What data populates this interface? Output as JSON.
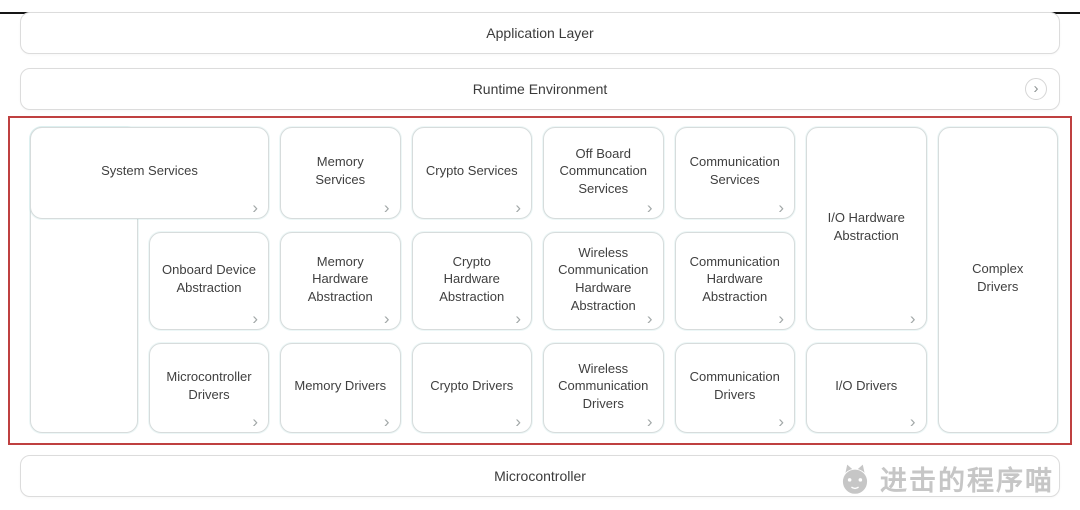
{
  "layers": {
    "application": "Application Layer",
    "runtime": "Runtime Environment",
    "microcontroller": "Microcontroller"
  },
  "bsw": {
    "system_services": {
      "label": "System Services"
    },
    "io_hardware_abstraction": {
      "label": "I/O Hardware Abstraction"
    },
    "complex_drivers": {
      "label": "Complex Drivers"
    },
    "row1": [
      {
        "label": "Memory Services"
      },
      {
        "label": "Crypto Services"
      },
      {
        "label": "Off Board Communcation Services"
      },
      {
        "label": "Communication Services"
      }
    ],
    "row2": [
      {
        "label": "Onboard Device Abstraction"
      },
      {
        "label": "Memory Hardware Abstraction"
      },
      {
        "label": "Crypto Hardware Abstraction"
      },
      {
        "label": "Wireless Communication Hardware Abstraction"
      },
      {
        "label": "Communication Hardware Abstraction"
      }
    ],
    "row3": [
      {
        "label": "Microcontroller Drivers"
      },
      {
        "label": "Memory Drivers"
      },
      {
        "label": "Crypto Drivers"
      },
      {
        "label": "Wireless Communication Drivers"
      },
      {
        "label": "Communication Drivers"
      },
      {
        "label": "I/O Drivers"
      }
    ]
  },
  "icons": {
    "chevron": "›"
  },
  "watermark": {
    "text": "进击的程序喵"
  },
  "colors": {
    "accent_red": "#bf4040",
    "card_border": "#d7dcdc",
    "text": "#404040",
    "chevron_gray": "#a2a8a8"
  }
}
